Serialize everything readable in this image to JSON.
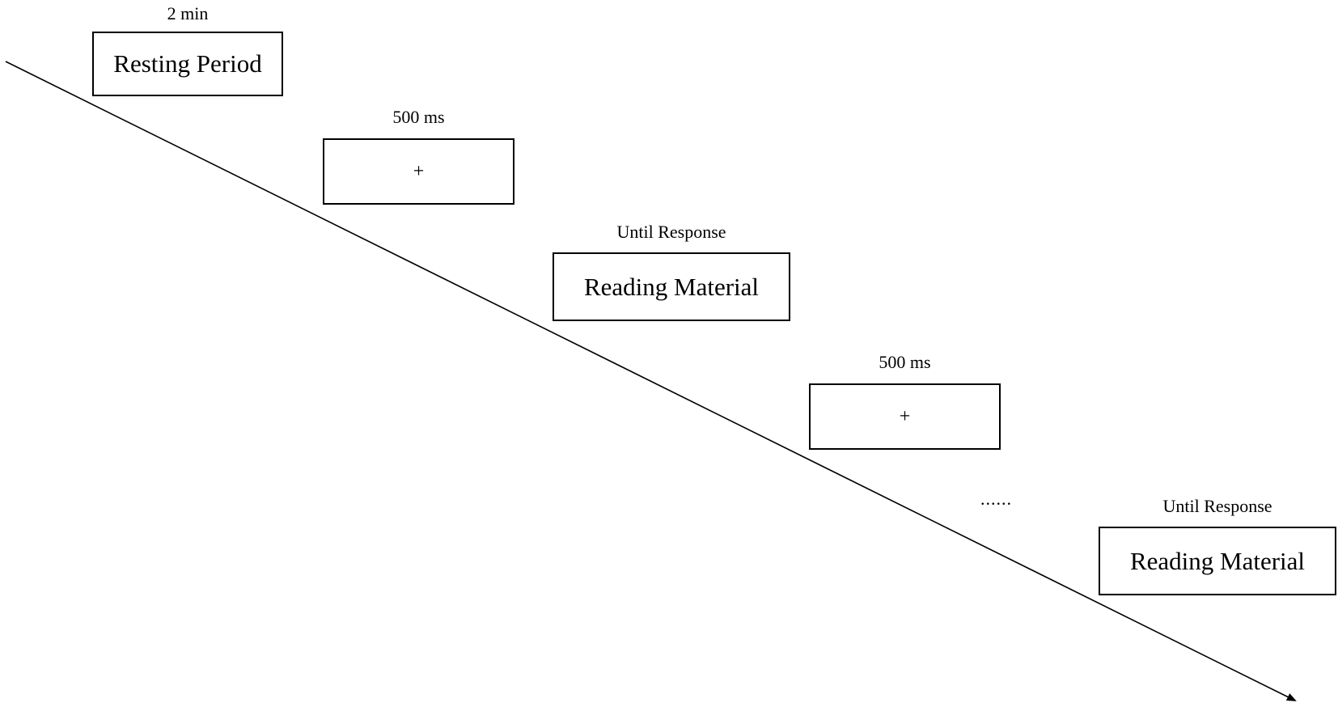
{
  "diagram": {
    "stages": [
      {
        "duration": "2 min",
        "content": "Resting Period"
      },
      {
        "duration": "500 ms",
        "content": "+"
      },
      {
        "duration": "Until Response",
        "content": "Reading Material"
      },
      {
        "duration": "500 ms",
        "content": "+"
      },
      {
        "duration": "Until Response",
        "content": "Reading Material"
      }
    ],
    "continuation": "......"
  }
}
